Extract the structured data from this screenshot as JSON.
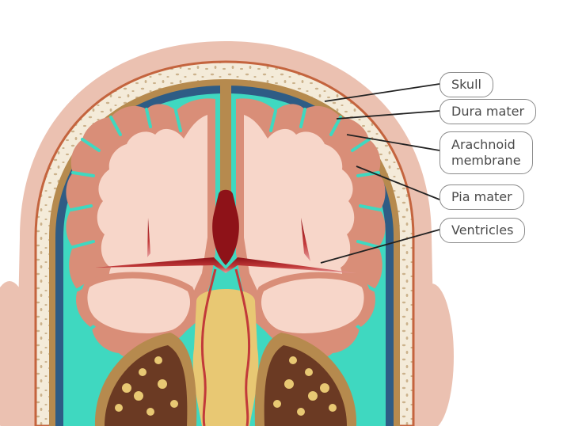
{
  "labels": {
    "skull": "Skull",
    "dura": "Dura mater",
    "arachnoid_line1": "Arachnoid",
    "arachnoid_line2": "membrane",
    "pia": "Pia mater",
    "ventricles": "Ventricles"
  },
  "colors": {
    "scalp": "#EBC1B1",
    "skull_outline": "#C4643E",
    "bone": "#F4EBD9",
    "bone_speckle": "#CBB28C",
    "dura": "#B68A4E",
    "subdural": "#2E5C85",
    "csf": "#3FD8C0",
    "gray_matter": "#D98E78",
    "white_matter": "#F7D6C9",
    "ventricle": "#A71C24",
    "brainstem": "#E8C873",
    "cerebellum_dark": "#6B3A23",
    "leader": "#222222"
  }
}
